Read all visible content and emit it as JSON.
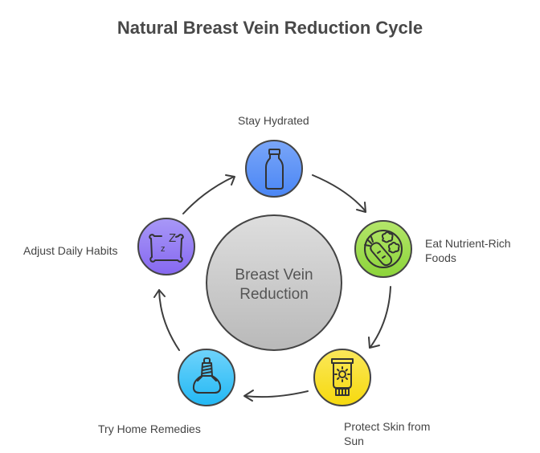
{
  "title": "Natural Breast Vein Reduction Cycle",
  "center": {
    "line1": "Breast Vein",
    "line2": "Reduction",
    "color": "#c8c8c8"
  },
  "steps": [
    {
      "label": "Stay Hydrated",
      "icon": "bottle-icon",
      "color_top": "#7aa6f8",
      "color_bottom": "#4a86f5"
    },
    {
      "label_line1": "Eat Nutrient-Rich",
      "label_line2": "Foods",
      "icon": "vegetables-icon",
      "color_top": "#b4e66a",
      "color_bottom": "#8cd43a"
    },
    {
      "label_line1": "Protect Skin from",
      "label_line2": "Sun",
      "icon": "sunscreen-icon",
      "color_top": "#fbe85a",
      "color_bottom": "#f6d90e"
    },
    {
      "label": "Try Home Remedies",
      "icon": "herbal-compress-icon",
      "color_top": "#6fd3fb",
      "color_bottom": "#22b8f4"
    },
    {
      "label": "Adjust Daily Habits",
      "icon": "pillow-sleep-icon",
      "color_top": "#a898f7",
      "color_bottom": "#8668f0"
    }
  ],
  "sleep_glyphs": {
    "big": "Z",
    "small": "z"
  }
}
